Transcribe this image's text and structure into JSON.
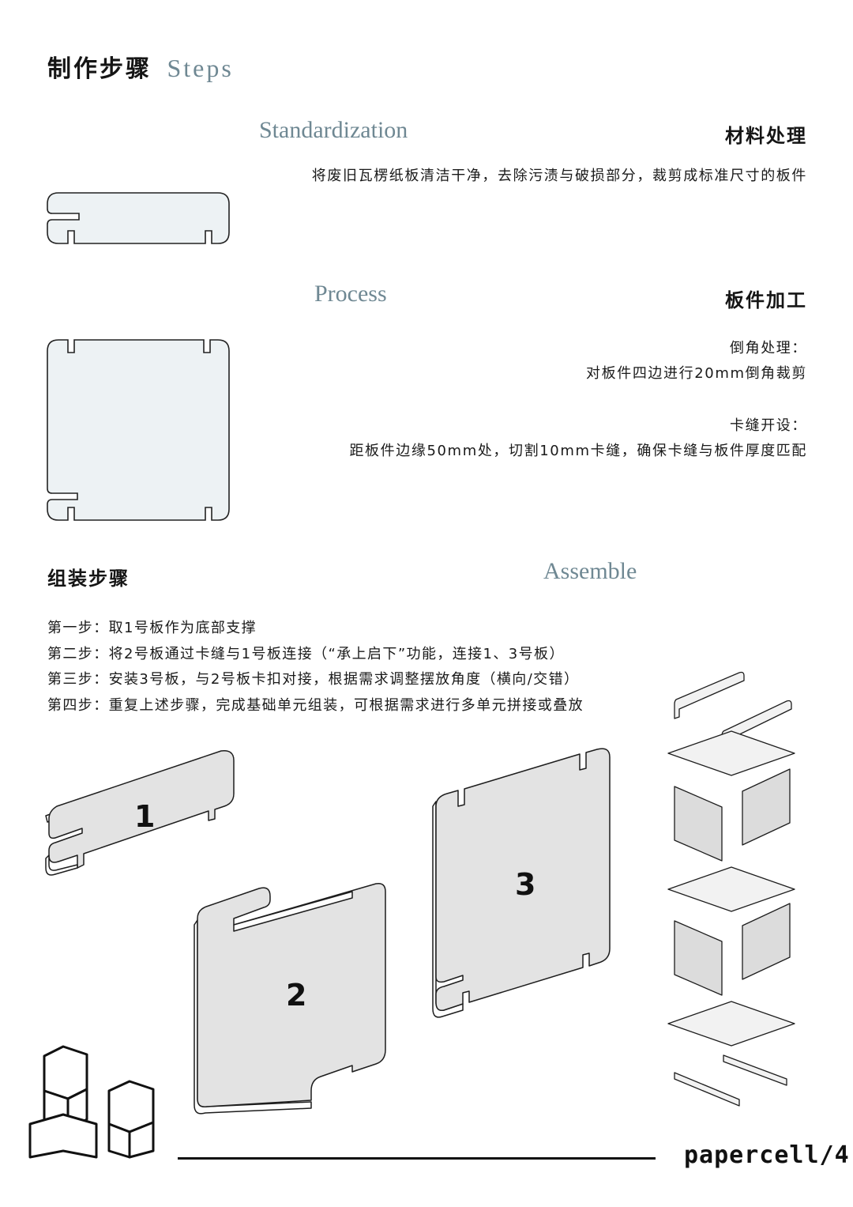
{
  "header": {
    "title_cn": "制作步骤",
    "title_en": "Steps"
  },
  "standardization": {
    "title_en": "Standardization",
    "title_cn": "材料处理",
    "description": "将废旧瓦楞纸板清洁干净，去除污渍与破损部分，裁剪成标准尺寸的板件"
  },
  "process": {
    "title_en": "Process",
    "title_cn": "板件加工",
    "chamfer_label": "倒角处理：",
    "chamfer_text": "对板件四边进行20mm倒角裁剪",
    "slot_label": "卡缝开设：",
    "slot_text": "距板件边缘50mm处，切割10mm卡缝，确保卡缝与板件厚度匹配"
  },
  "assemble": {
    "title_cn": "组装步骤",
    "title_en": "Assemble",
    "steps": [
      "第一步：取1号板作为底部支撑",
      "第二步：将2号板通过卡缝与1号板连接（“承上启下”功能，连接1、3号板）",
      "第三步：安装3号板，与2号板卡扣对接，根据需求调整摆放角度（横向/交错）",
      "第四步：重复上述步骤，完成基础单元组装，可根据需求进行多单元拼接或叠放"
    ],
    "panel_labels": [
      "1",
      "2",
      "3"
    ]
  },
  "footer": {
    "logo": "papercell/4"
  },
  "colors": {
    "accent_title": "#6f8893",
    "panel_fill": "#edf2f4",
    "iso_fill": "#e3e3e3"
  }
}
